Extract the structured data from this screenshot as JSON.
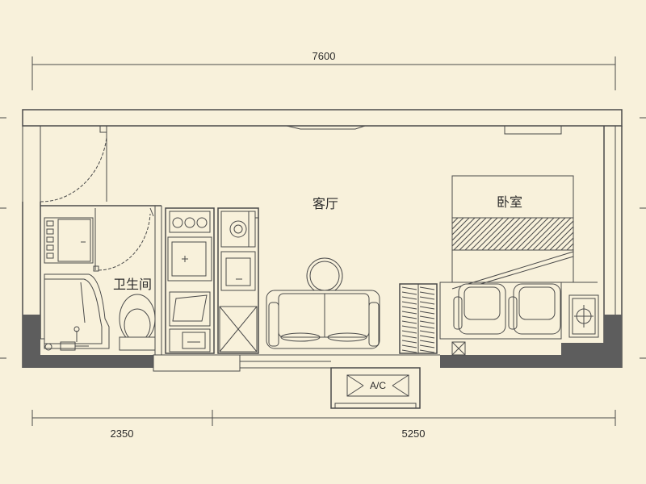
{
  "dimensions": {
    "top_total": "7600",
    "bottom_left": "2350",
    "bottom_right": "5250"
  },
  "rooms": {
    "living_room": "客厅",
    "bedroom": "卧室",
    "bathroom": "卫生间"
  },
  "fixtures": {
    "ac_label": "A/C"
  },
  "colors": {
    "background": "#f8f1db",
    "wall_dark": "#5d5d5d",
    "line": "#4a4a4a"
  }
}
